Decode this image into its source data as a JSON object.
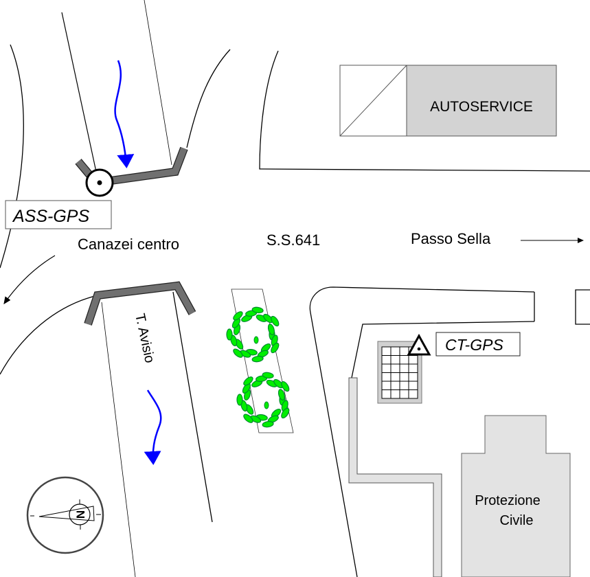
{
  "labels": {
    "station_ass": "ASS-GPS",
    "station_ct": "CT-GPS",
    "canazei": "Canazei centro",
    "road": "S.S.641",
    "passo_sella": "Passo Sella",
    "river": "T. Avisio",
    "autoservice": "AUTOSERVICE",
    "protezione_1": "Protezione",
    "protezione_2": "Civile",
    "compass_letter": "N"
  },
  "colors": {
    "river_flow": "#0000ff",
    "bridge": "#707070",
    "building": "#d3d3d3",
    "tree_fill": "#00ee00",
    "tree_stroke": "#008a2e"
  },
  "icons": [
    "gps-station-circle-icon",
    "gps-station-triangle-icon",
    "compass-icon",
    "tree-icon",
    "flow-arrow-icon"
  ]
}
